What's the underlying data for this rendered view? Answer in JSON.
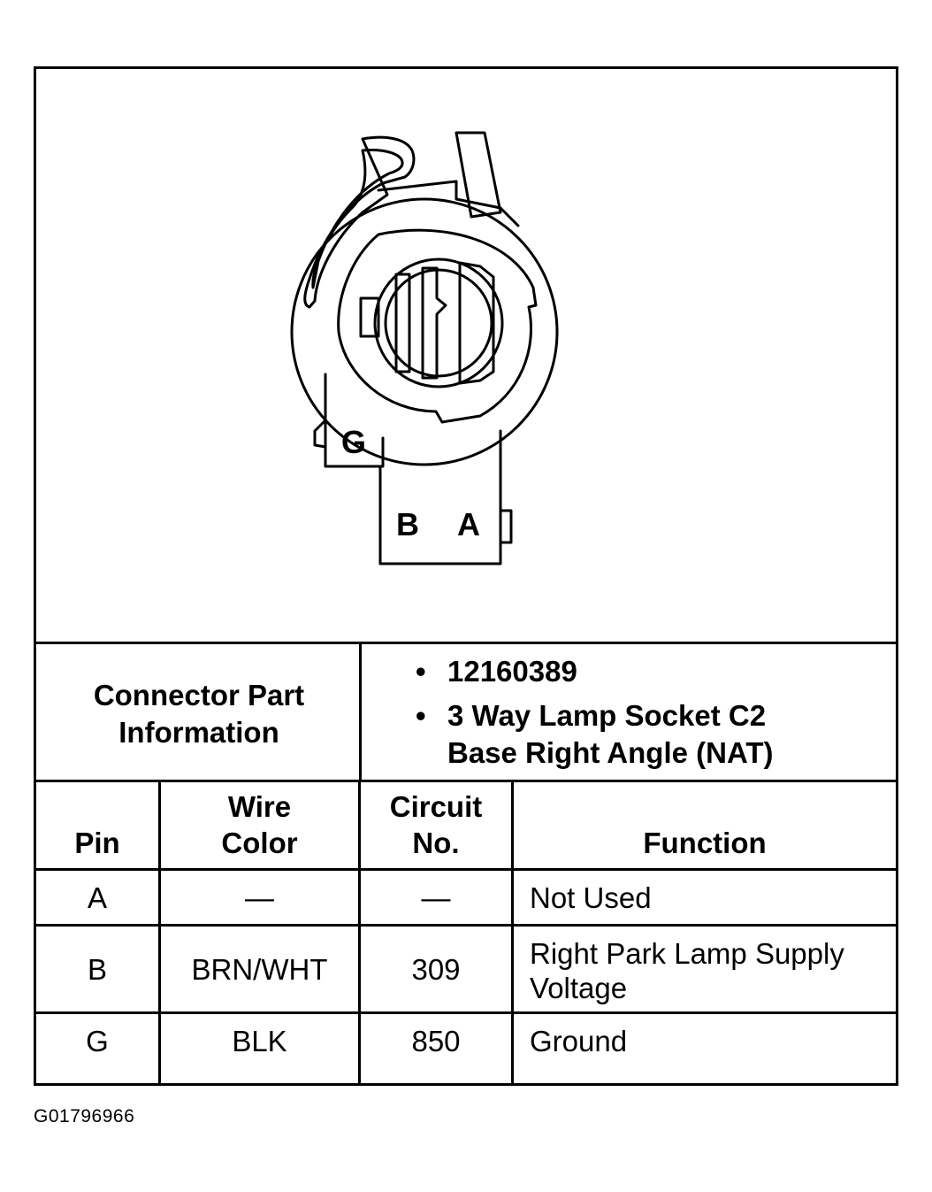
{
  "diagram": {
    "pin_labels": [
      "G",
      "B",
      "A"
    ]
  },
  "connector_info": {
    "label_line1": "Connector Part",
    "label_line2": "Information",
    "part_number": "12160389",
    "description_line1": "3 Way Lamp Socket C2",
    "description_line2": "Base Right Angle (NAT)"
  },
  "table": {
    "headers": {
      "pin": "Pin",
      "wire_color_line1": "Wire",
      "wire_color_line2": "Color",
      "circuit_line1": "Circuit",
      "circuit_line2": "No.",
      "function": "Function"
    },
    "rows": [
      {
        "pin": "A",
        "wire_color": "—",
        "circuit": "—",
        "function_line1": "Not Used",
        "function_line2": ""
      },
      {
        "pin": "B",
        "wire_color": "BRN/WHT",
        "circuit": "309",
        "function_line1": "Right Park Lamp Supply",
        "function_line2": "Voltage"
      },
      {
        "pin": "G",
        "wire_color": "BLK",
        "circuit": "850",
        "function_line1": "Ground",
        "function_line2": ""
      }
    ]
  },
  "footer": {
    "doc_id": "G01796966"
  }
}
